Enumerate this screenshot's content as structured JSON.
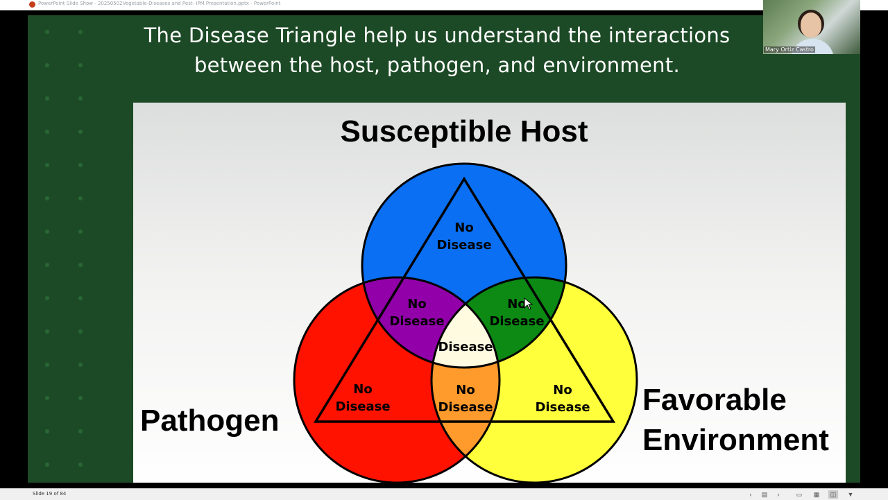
{
  "window": {
    "title": "PowerPoint Slide Show  -  20250502Vegetable-Diseases and Pest- IPM Presentation.pptx  -  PowerPoint"
  },
  "slide": {
    "title_line1": "The Disease Triangle help us understand the interactions",
    "title_line2": "between the host, pathogen, and environment.",
    "diagram": {
      "host_label": "Susceptible Host",
      "pathogen_label": "Pathogen",
      "environment_line1": "Favorable",
      "environment_line2": "Environment",
      "regions": {
        "host_only": [
          "No",
          "Disease"
        ],
        "host_pathogen": [
          "No",
          "Disease"
        ],
        "host_environment": [
          "No",
          "Disease"
        ],
        "center": "Disease",
        "pathogen_only": [
          "No",
          "Disease"
        ],
        "pathogen_environment": [
          "No",
          "Disease"
        ],
        "environment_only": [
          "No",
          "Disease"
        ]
      },
      "colors": {
        "host": "#0a6ff2",
        "pathogen": "#ff1200",
        "environment": "#ffff3c",
        "host_pathogen": "#9100a8",
        "host_environment": "#0c8a14",
        "pathogen_environment": "#ff9a2c",
        "center": "#fffbe0"
      }
    }
  },
  "webcam": {
    "participant_name": "Mary Ortiz Castro"
  },
  "statusbar": {
    "slide_counter": "Slide 19 of 84"
  }
}
